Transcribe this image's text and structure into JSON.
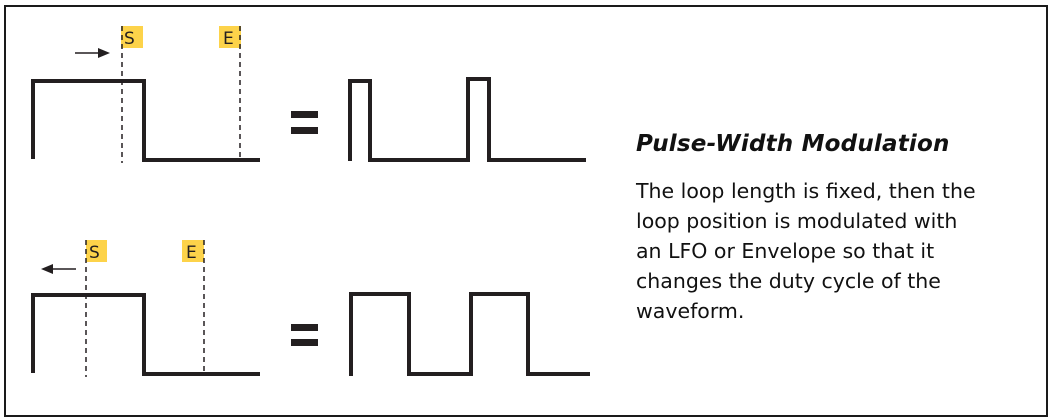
{
  "title": "Pulse-Width Modulation",
  "description_lines": [
    "The loop length is fixed, then the",
    "loop position is modulated with",
    "an LFO or Envelope so that it",
    "changes the duty cycle of the",
    "waveform."
  ],
  "markers": {
    "start_label": "S",
    "end_label": "E",
    "label_color": "#FDD34A"
  },
  "diagrams": [
    {
      "name": "top-row",
      "arrow_direction": "right",
      "equals": "="
    },
    {
      "name": "bottom-row",
      "arrow_direction": "left",
      "equals": "="
    }
  ],
  "colors": {
    "stroke": "#231f20",
    "marker_fill": "#FDD34A",
    "border": "#1a1a1a"
  }
}
